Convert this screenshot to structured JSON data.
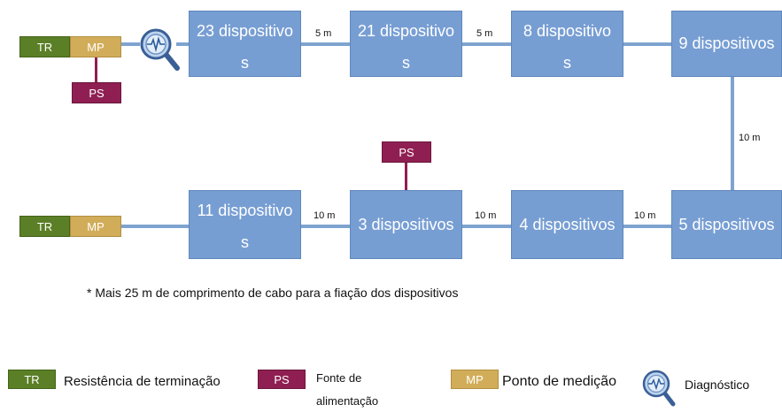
{
  "diagram": {
    "devices": {
      "d23": {
        "line1": "23 dispositivo",
        "line2": "s"
      },
      "d21": {
        "line1": "21 dispositivo",
        "line2": "s"
      },
      "d8": {
        "line1": "8 dispositivo",
        "line2": "s"
      },
      "d9": "9 dispositivos",
      "d5": "5 dispositivos",
      "d4": "4 dispositivos",
      "d3": "3 dispositivos",
      "d11": {
        "line1": "11 dispositivo",
        "line2": "s"
      }
    },
    "distances": {
      "d23_d21": "5 m",
      "d21_d8": "5 m",
      "d9_d5": "10 m",
      "d5_d4": "10 m",
      "d4_d3": "10 m",
      "d3_d11": "10 m"
    },
    "tags": {
      "tr": "TR",
      "mp": "MP",
      "ps": "PS"
    },
    "footnote": "* Mais 25 m de comprimento de cabo para a fiação dos dispositivos"
  },
  "legend": {
    "tr_label": "Resistência de terminação",
    "ps_label_line1": "Fonte de",
    "ps_label_line2": "alimentação",
    "mp_label": "Ponto de medição",
    "diag_label": "Diagnóstico"
  },
  "colors": {
    "device_fill": "#779ed3",
    "cable": "#7ea3cf",
    "tr": "#5b7f26",
    "mp": "#d2ad59",
    "ps": "#8f1f52"
  }
}
